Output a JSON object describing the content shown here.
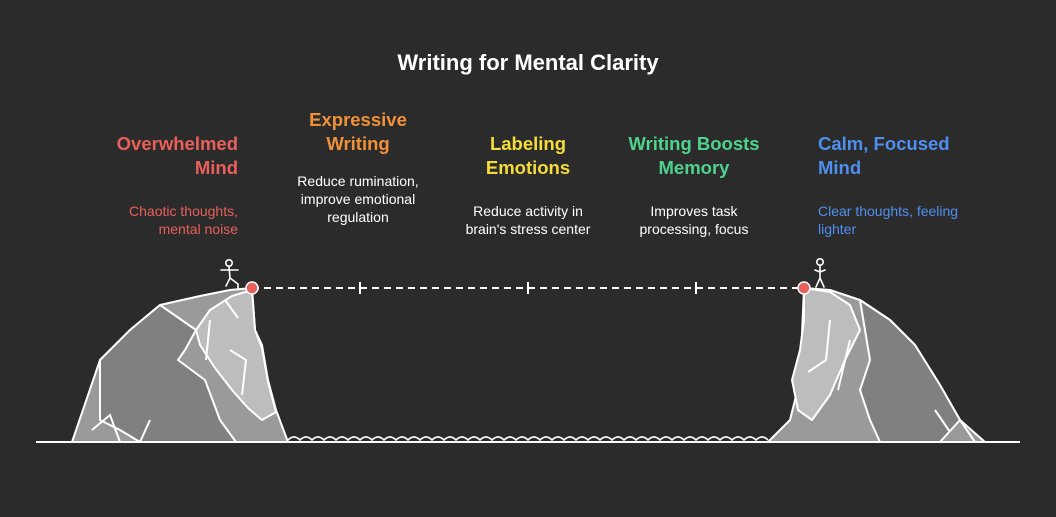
{
  "title": "Writing for Mental Clarity",
  "stages": [
    {
      "heading": "Overwhelmed\nMind",
      "description": "Chaotic thoughts,\nmental noise",
      "color": "#e8605a"
    },
    {
      "heading": "Expressive\nWriting",
      "description": "Reduce rumination,\nimprove emotional\nregulation",
      "color": "#f0913a"
    },
    {
      "heading": "Labeling\nEmotions",
      "description": "Reduce activity in\nbrain's stress center",
      "color": "#f5dc3a"
    },
    {
      "heading": "Writing Boosts\nMemory",
      "description": "Improves task\nprocessing, focus",
      "color": "#4fd38c"
    },
    {
      "heading": "Calm, Focused\nMind",
      "description": "Clear thoughts, feeling\nlighter",
      "color": "#4f8ff0"
    }
  ],
  "icons": {
    "start_figure": "walking-person-icon",
    "end_figure": "standing-person-icon",
    "cliffs": "cliff-icon",
    "water": "waves-icon"
  }
}
